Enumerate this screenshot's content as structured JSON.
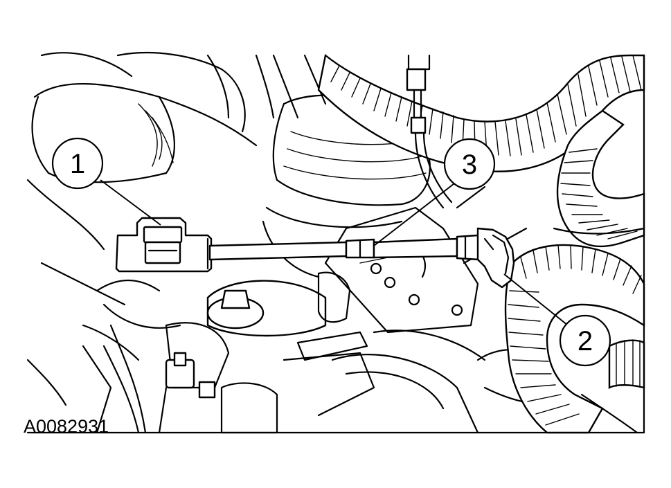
{
  "figure_id": "A0082931",
  "callouts": [
    {
      "label": "1"
    },
    {
      "label": "2"
    },
    {
      "label": "3"
    }
  ]
}
